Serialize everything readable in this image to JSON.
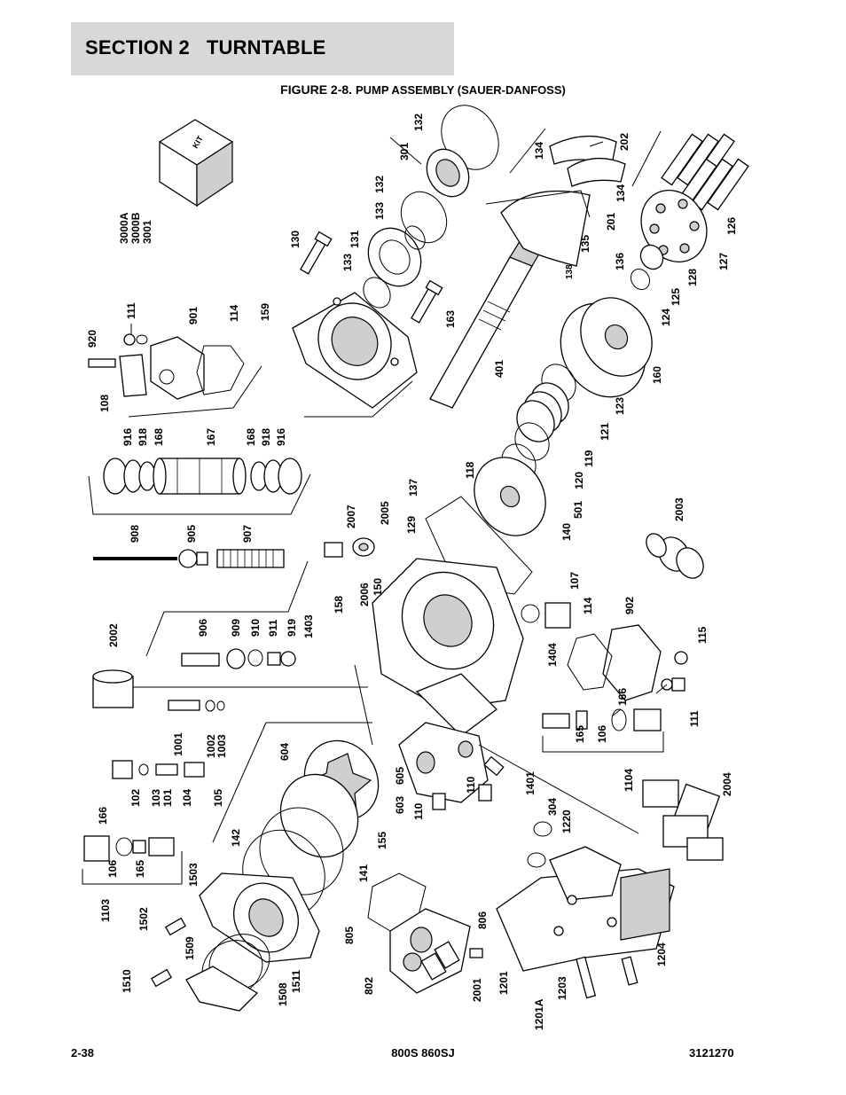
{
  "header": {
    "section_title": "SECTION 2   TURNTABLE"
  },
  "figure": {
    "number": "FIGURE 2-8.",
    "title": "PUMP ASSEMBLY (SAUER-DANFOSS)"
  },
  "kit_label": "KIT",
  "callouts": [
    "3000A",
    "3000B",
    "3001",
    "132",
    "301",
    "133",
    "132",
    "134",
    "202",
    "134",
    "201",
    "135",
    "138",
    "136",
    "126",
    "127",
    "128",
    "125",
    "124",
    "130",
    "131",
    "133",
    "159",
    "163",
    "401",
    "160",
    "123",
    "121",
    "119",
    "120",
    "501",
    "140",
    "118",
    "137",
    "129",
    "2003",
    "920",
    "111",
    "901",
    "114",
    "108",
    "916",
    "918",
    "168",
    "167",
    "168",
    "918",
    "916",
    "908",
    "905",
    "907",
    "2007",
    "2005",
    "2006",
    "150",
    "107",
    "114",
    "902",
    "115",
    "2002",
    "906",
    "909",
    "910",
    "911",
    "919",
    "1403",
    "158",
    "1404",
    "166",
    "111",
    "165",
    "106",
    "1104",
    "1001",
    "1002",
    "1003",
    "604",
    "102",
    "103",
    "101",
    "104",
    "105",
    "605",
    "603",
    "110",
    "110",
    "1401",
    "304",
    "1220",
    "2004",
    "166",
    "106",
    "165",
    "1103",
    "142",
    "155",
    "141",
    "1503",
    "1502",
    "1509",
    "1510",
    "1508",
    "1511",
    "805",
    "806",
    "802",
    "2001",
    "1201",
    "1201A",
    "1203",
    "1204"
  ],
  "footer": {
    "page": "2-38",
    "model": "800S 860SJ",
    "doc_number": "3121270"
  }
}
